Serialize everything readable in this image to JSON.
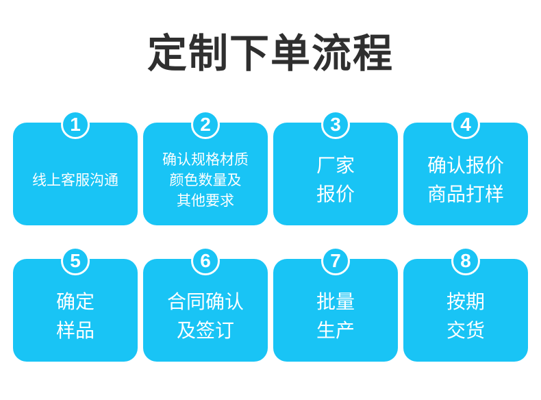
{
  "title": "定制下单流程",
  "steps": [
    {
      "number": "1",
      "lines": [
        "线上客服沟通"
      ]
    },
    {
      "number": "2",
      "lines": [
        "确认规格材质",
        "颜色数量及",
        "其他要求"
      ]
    },
    {
      "number": "3",
      "lines": [
        "厂家",
        "报价"
      ]
    },
    {
      "number": "4",
      "lines": [
        "确认报价",
        "商品打样"
      ]
    },
    {
      "number": "5",
      "lines": [
        "确定",
        "样品"
      ]
    },
    {
      "number": "6",
      "lines": [
        "合同确认",
        "及签订"
      ]
    },
    {
      "number": "7",
      "lines": [
        "批量",
        "生产"
      ]
    },
    {
      "number": "8",
      "lines": [
        "按期",
        "交货"
      ]
    }
  ],
  "colors": {
    "card": "#19c4f5",
    "title": "#2f2f2f",
    "text": "#ffffff"
  }
}
